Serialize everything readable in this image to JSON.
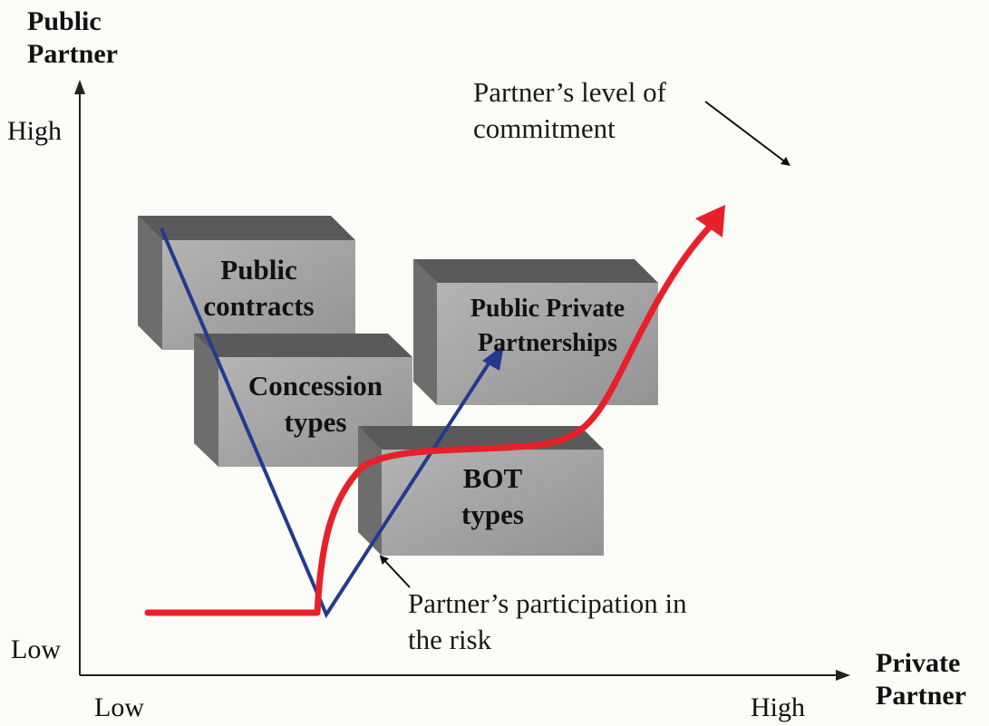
{
  "y_axis": {
    "title_line1": "Public",
    "title_line2": "Partner",
    "high": "High",
    "low": "Low"
  },
  "x_axis": {
    "title_line1": "Private",
    "title_line2": "Partner",
    "low": "Low",
    "high": "High"
  },
  "boxes": {
    "public_contracts": {
      "line1": "Public",
      "line2": "contracts"
    },
    "concession": {
      "line1": "Concession",
      "line2": "types"
    },
    "ppp": {
      "line1": "Public Private",
      "line2": "Partnerships"
    },
    "bot": {
      "line1": "BOT",
      "line2": "types"
    }
  },
  "annotations": {
    "commitment_line1": "Partner’s level of",
    "commitment_line2": "commitment",
    "risk_line1": "Partner’s participation in",
    "risk_line2": "the risk"
  },
  "colors": {
    "commitment_curve": "#e8202a",
    "risk_curve": "#233a8c",
    "box_face": "#a3a3a3"
  }
}
